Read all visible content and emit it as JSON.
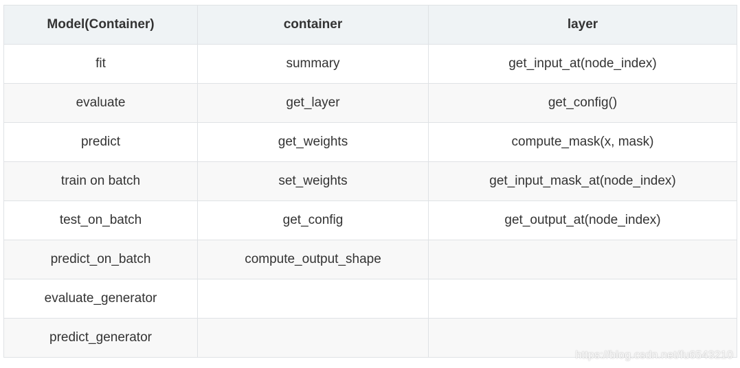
{
  "table": {
    "headers": [
      "Model(Container)",
      "container",
      "layer"
    ],
    "rows": [
      [
        "fit",
        "summary",
        "get_input_at(node_index)"
      ],
      [
        "evaluate",
        "get_layer",
        "get_config()"
      ],
      [
        "predict",
        "get_weights",
        "compute_mask(x, mask)"
      ],
      [
        "train on batch",
        "set_weights",
        "get_input_mask_at(node_index)"
      ],
      [
        "test_on_batch",
        "get_config",
        "get_output_at(node_index)"
      ],
      [
        "predict_on_batch",
        "compute_output_shape",
        ""
      ],
      [
        "evaluate_generator",
        "",
        ""
      ],
      [
        "predict_generator",
        "",
        ""
      ]
    ]
  },
  "watermark": "https://blog.csdn.net/fu6543210",
  "colors": {
    "header_bg": "#eff3f5",
    "row_alt_bg": "#f8f8f8",
    "border": "#dfe2e5",
    "text": "#333333"
  }
}
